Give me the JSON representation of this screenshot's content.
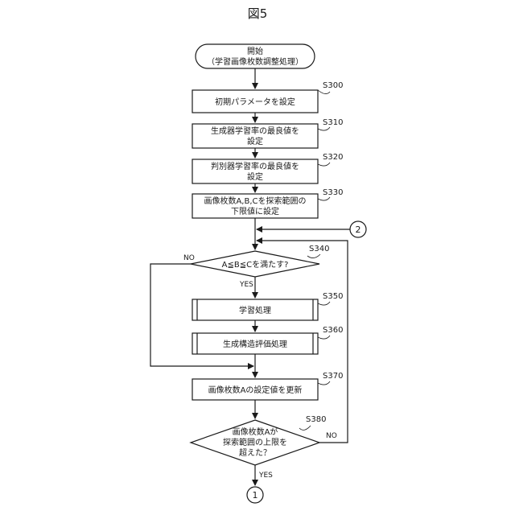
{
  "figure": {
    "title": "図5"
  },
  "start": {
    "line1": "開始",
    "line2": "（学習画像枚数調整処理）"
  },
  "steps": [
    {
      "id": "S300",
      "lines": [
        "初期パラメータを設定"
      ]
    },
    {
      "id": "S310",
      "lines": [
        "生成器学習率の最良値を",
        "設定"
      ]
    },
    {
      "id": "S320",
      "lines": [
        "判別器学習率の最良値を",
        "設定"
      ]
    },
    {
      "id": "S330",
      "lines": [
        "画像枚数A,B,Cを探索範囲の",
        "下限値に設定"
      ]
    },
    {
      "id": "S350",
      "lines": [
        "学習処理"
      ]
    },
    {
      "id": "S360",
      "lines": [
        "生成構造評価処理"
      ]
    },
    {
      "id": "S370",
      "lines": [
        "画像枚数Aの設定値を更新"
      ]
    }
  ],
  "decisions": [
    {
      "id": "S340",
      "lines": [
        "A≦B≦Cを満たす?"
      ],
      "yes": "YES",
      "no": "NO"
    },
    {
      "id": "S380",
      "lines": [
        "画像枚数Aが",
        "探索範囲の上限を",
        "超えた？"
      ],
      "yes": "YES",
      "no": "NO"
    }
  ],
  "connectors": {
    "top_right": "2",
    "bottom": "1"
  }
}
